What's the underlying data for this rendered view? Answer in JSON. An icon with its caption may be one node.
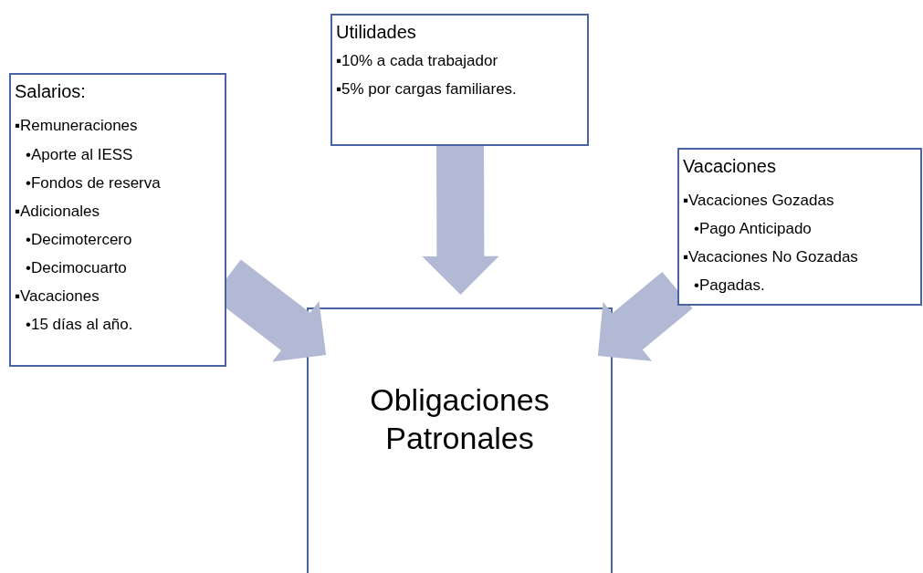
{
  "diagram": {
    "nodes": [
      {
        "text": [
          "Utilidades",
          "▪10% a cada trabajador",
          "▪5% por cargas familiares."
        ]
      },
      {
        "text": [
          "Salarios:",
          "▪Remuneraciones",
          "•Aporte al IESS",
          "•Fondos de reserva",
          "▪Adicionales",
          "•Decimotercero",
          "•Decimocuarto",
          "▪Vacaciones",
          "•15 días al año."
        ]
      },
      {
        "text": [
          "Vacaciones",
          "▪Vacaciones Gozadas",
          "•Pago Anticipado",
          "▪Vacaciones No Gozadas",
          "•Pagadas."
        ]
      },
      {
        "text": [
          "Obligaciones Patronales"
        ]
      }
    ],
    "edges": [
      {
        "from": 0,
        "to": 3,
        "arrow": "to"
      },
      {
        "from": 1,
        "to": 3,
        "arrow": "to"
      },
      {
        "from": 2,
        "to": 3,
        "arrow": "to"
      }
    ]
  }
}
